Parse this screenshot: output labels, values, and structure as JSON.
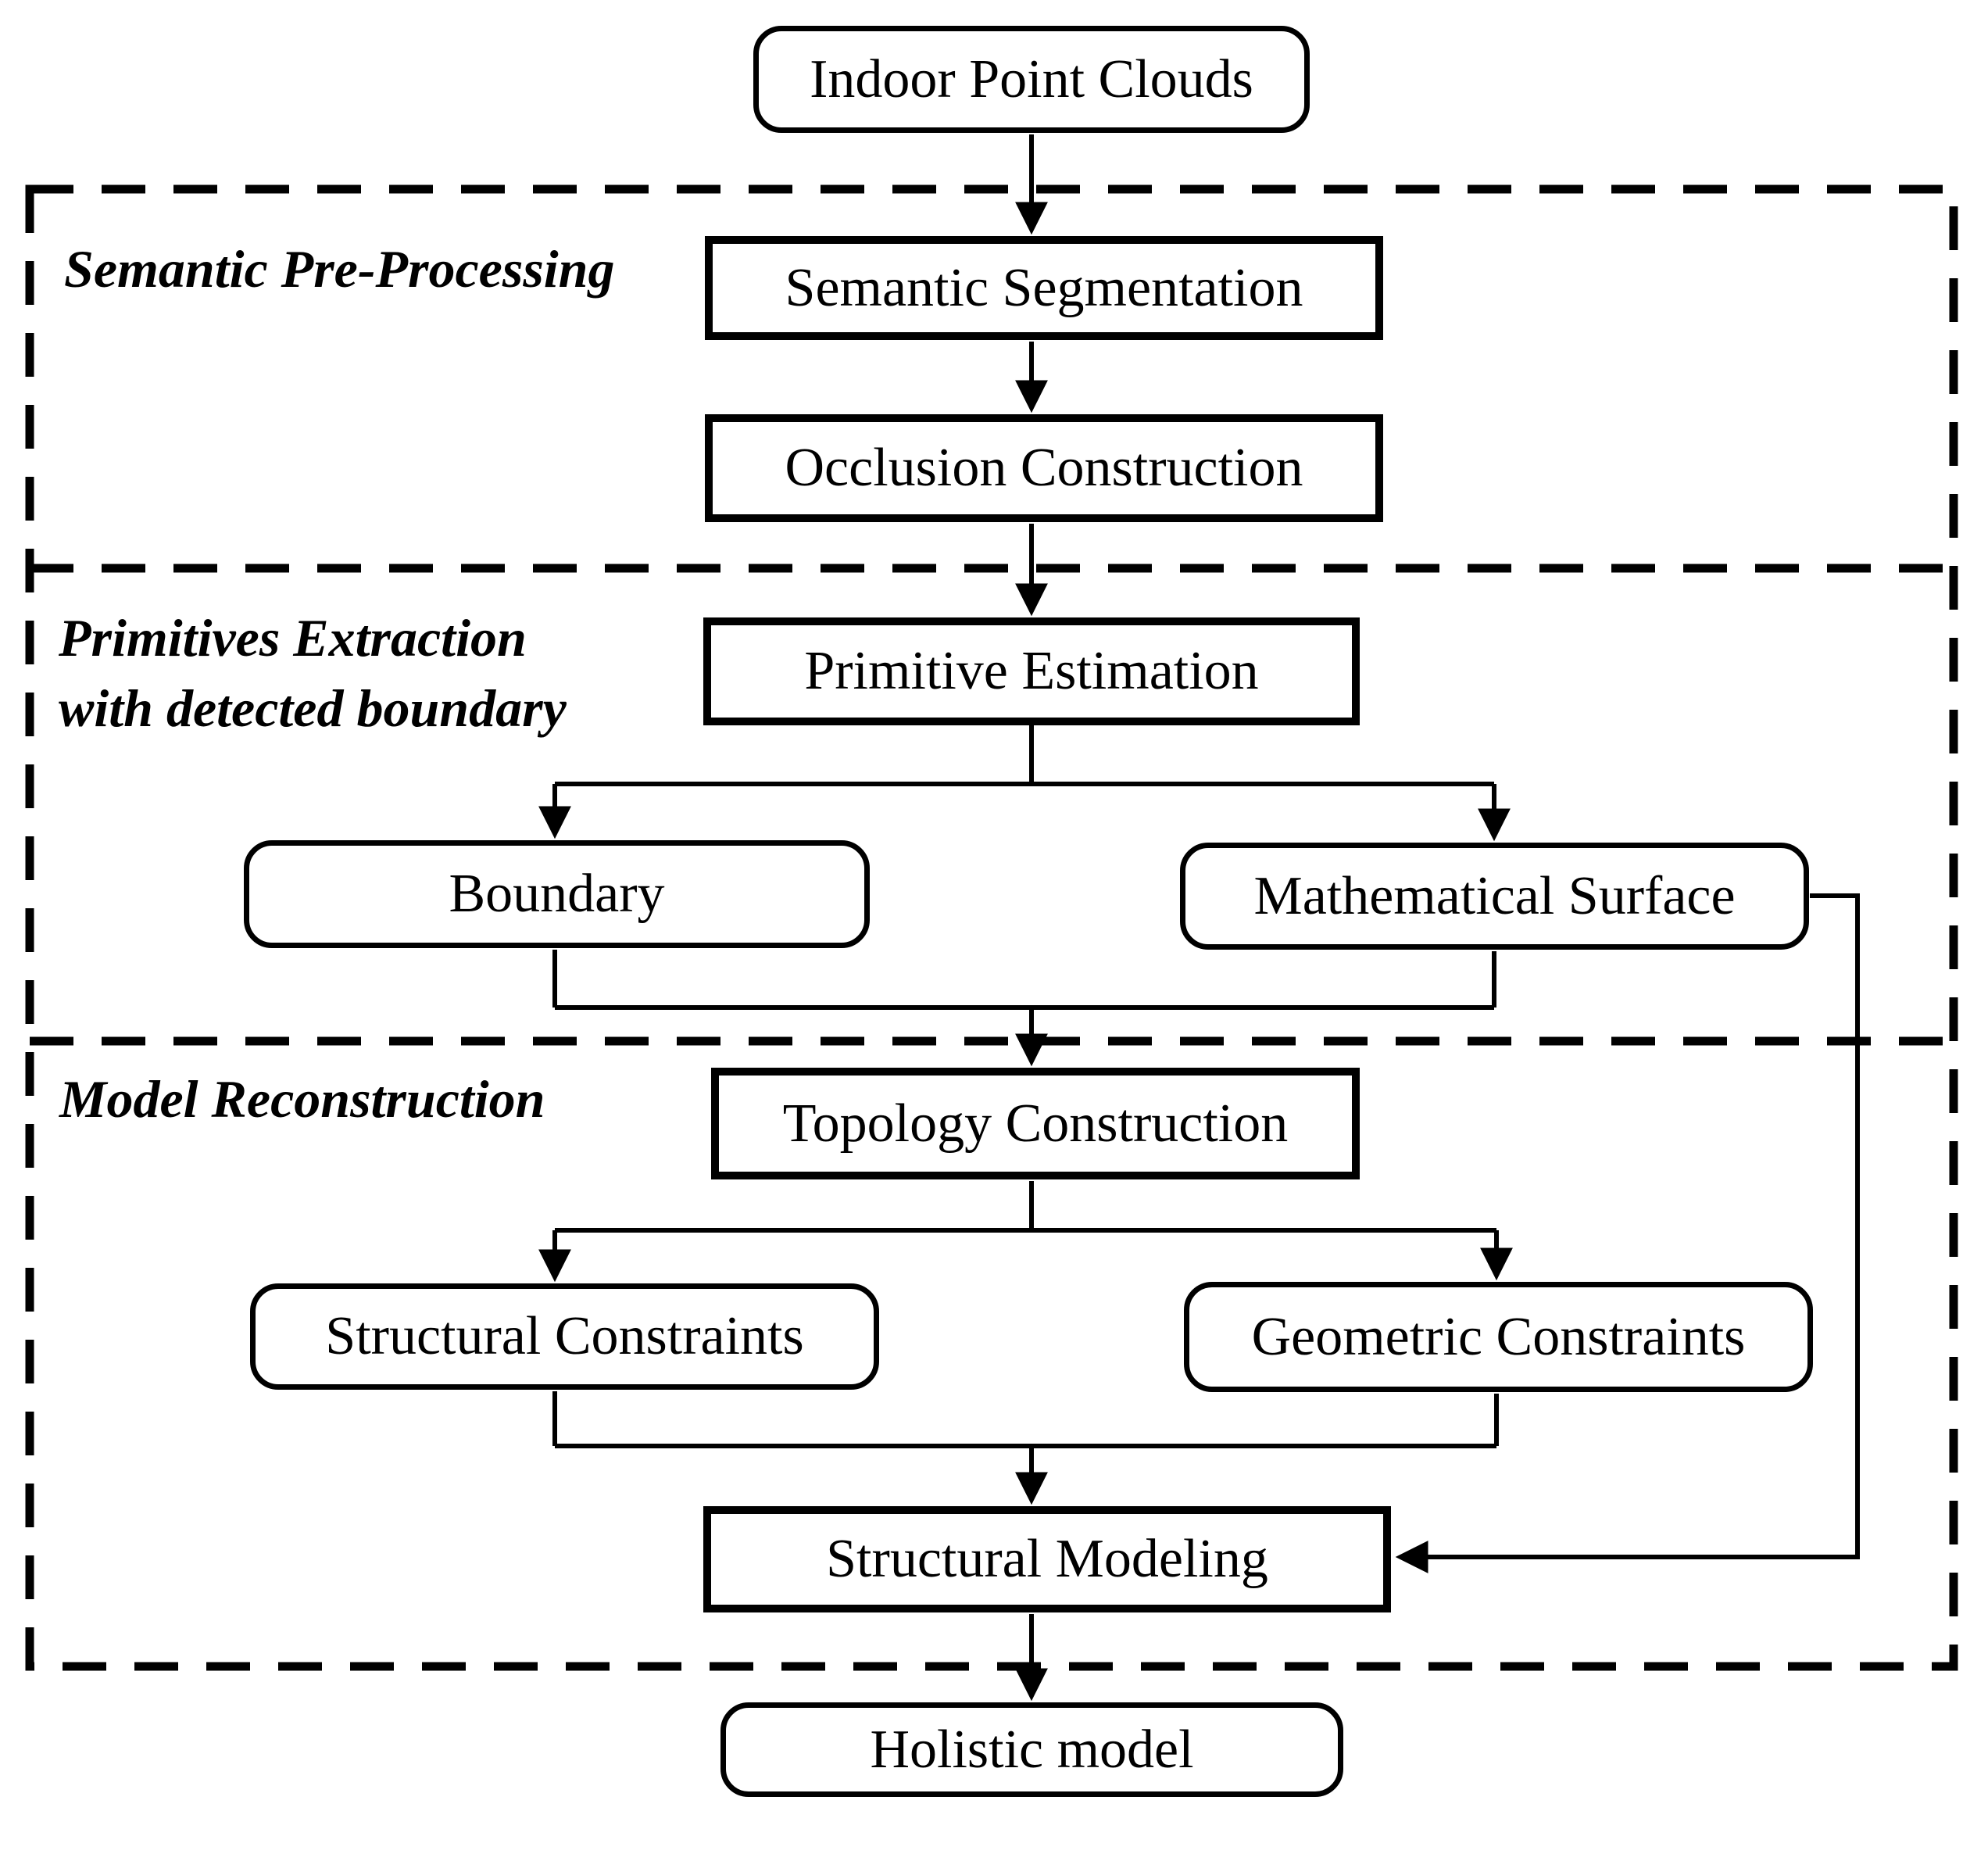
{
  "page": {
    "background_color": "#ffffff",
    "line_color": "#000000"
  },
  "nodes": {
    "indoor_point_clouds": "Indoor Point Clouds",
    "semantic_segmentation": "Semantic Segmentation",
    "occlusion_construction": "Occlusion Construction",
    "primitive_estimation": "Primitive Estimation",
    "boundary": "Boundary",
    "mathematical_surface": "Mathematical Surface",
    "topology_construction": "Topology Construction",
    "structural_constraints": "Structural Constraints",
    "geometric_constraints": "Geometric Constraints",
    "structural_modeling": "Structural Modeling",
    "holistic_model": "Holistic model"
  },
  "section_labels": {
    "semantic_pre_processing": "Semantic Pre-Processing",
    "primitives_extraction_line1": "Primitives Extraction",
    "primitives_extraction_line2": "with detected boundary",
    "model_reconstruction": "Model Reconstruction"
  }
}
